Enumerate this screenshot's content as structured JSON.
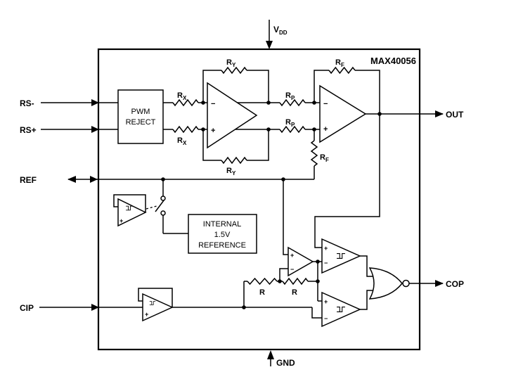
{
  "diagram": {
    "chip_label": "MAX40056",
    "pins": {
      "rs_minus": "RS-",
      "rs_plus": "RS+",
      "ref": "REF",
      "cip": "CIP",
      "out": "OUT",
      "cop": "COP",
      "vdd_main": "V",
      "vdd_sub": "DD",
      "gnd": "GND"
    },
    "blocks": {
      "pwm_line1": "PWM",
      "pwm_line2": "REJECT",
      "intref_line1": "INTERNAL",
      "intref_line2": "1.5V",
      "intref_line3": "REFERENCE"
    },
    "resistors": {
      "base": "R",
      "sub_x": "X",
      "sub_y": "Y",
      "sub_p": "P",
      "sub_f": "F",
      "plain": "R"
    },
    "signs": {
      "plus": "+",
      "minus": "−"
    },
    "colors": {
      "line": "#000000",
      "background": "#ffffff"
    }
  }
}
